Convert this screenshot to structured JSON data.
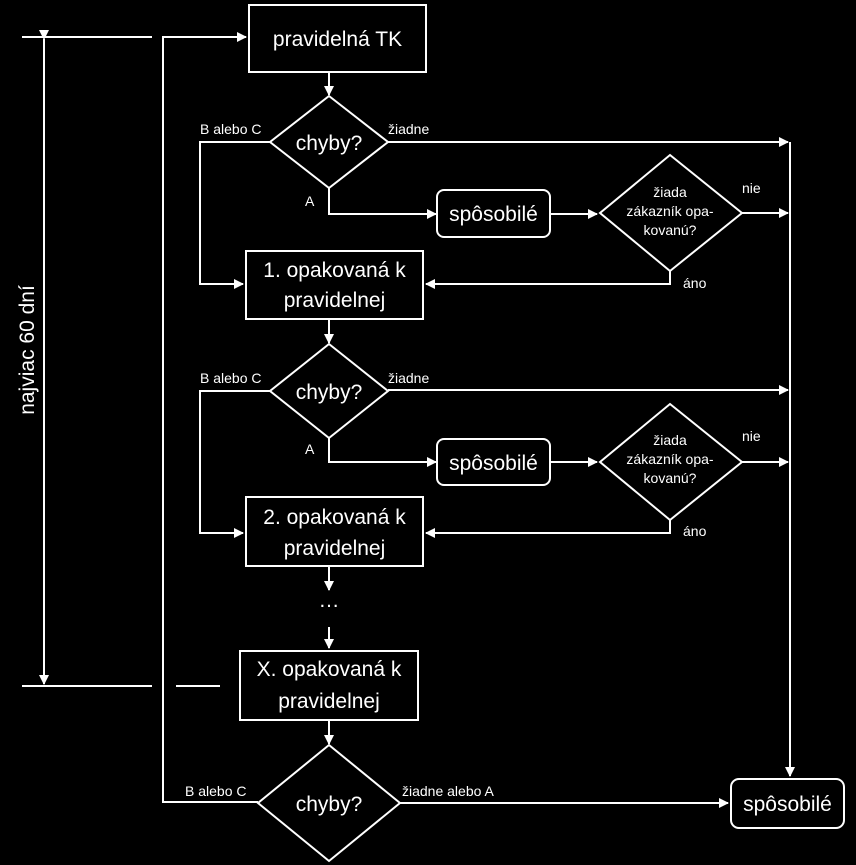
{
  "side_label": "najviac 60 dní",
  "start": "pravidelná TK",
  "decision": "chyby?",
  "label_bc": "B alebo C",
  "label_none": "žiadne",
  "label_a": "A",
  "fit": "spôsobilé",
  "ask": [
    "žiada",
    "zákazník opa-",
    "kovanú?"
  ],
  "label_no": "nie",
  "label_yes": "áno",
  "repeat1": [
    "1. opakovaná k",
    "pravidelnej"
  ],
  "repeat2": [
    "2. opakovaná k",
    "pravidelnej"
  ],
  "ellipsis": "…",
  "repeatx": [
    "X. opakovaná k",
    "pravidelnej"
  ],
  "label_none_or_a": "žiadne alebo A",
  "final_fit": "spôsobilé"
}
